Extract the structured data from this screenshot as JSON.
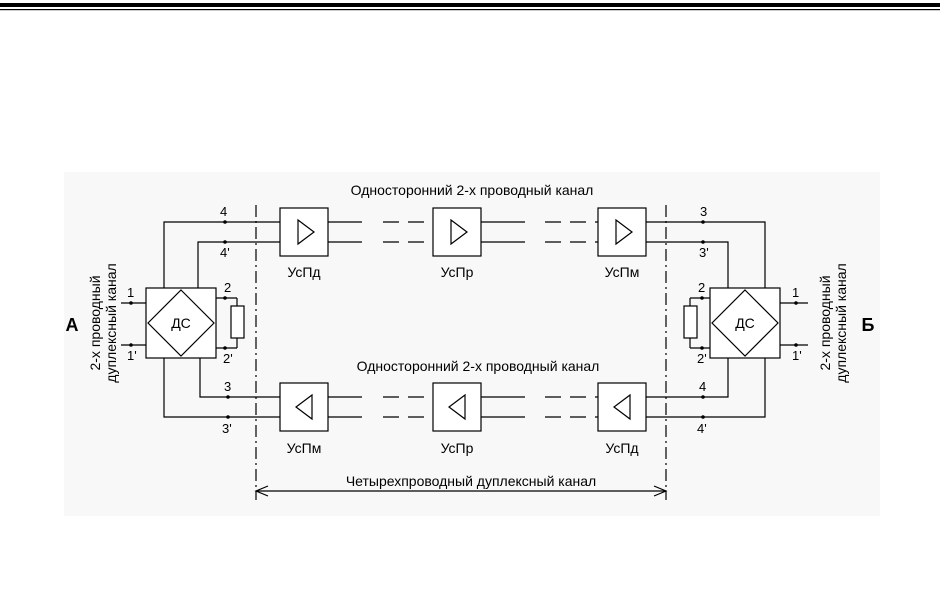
{
  "diagram": {
    "title_top": "Односторонний 2-х проводный канал",
    "title_bottom": "Односторонний 2-х проводный канал",
    "footer_label": "Четырехпроводный дуплексный канал",
    "side_label_line1": "2-х проводный",
    "side_label_line2": "дуплексный канал",
    "left_terminal": "А",
    "right_terminal": "Б",
    "hybrid_label": "ДС",
    "top_amps": [
      "УсПд",
      "УсПр",
      "УсПм"
    ],
    "bottom_amps": [
      "УсПм",
      "УсПр",
      "УсПд"
    ],
    "pins": {
      "p1": "1",
      "p1p": "1'",
      "p2": "2",
      "p2p": "2'",
      "p3": "3",
      "p3p": "3'",
      "p4": "4",
      "p4p": "4'"
    }
  }
}
